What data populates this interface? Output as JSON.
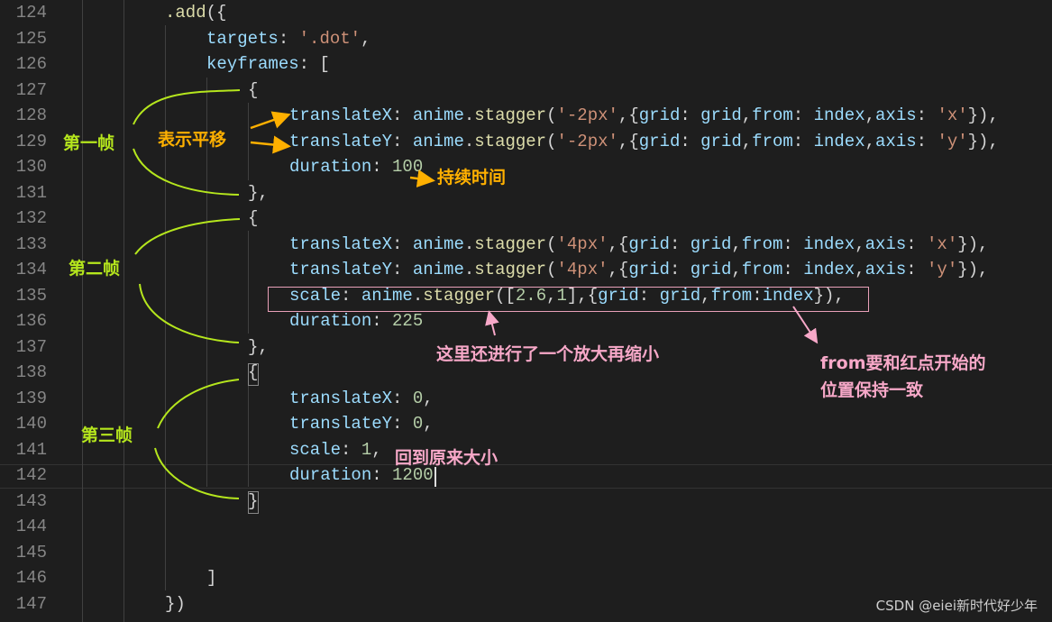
{
  "editor": {
    "lines": [
      {
        "n": "124",
        "indent": 4,
        "tokens": [
          [
            ".add",
            ""
          ],
          [
            "({",
            "p"
          ]
        ]
      },
      {
        "n": "125",
        "indent": 5,
        "tokens": [
          [
            "targets",
            "k"
          ],
          [
            ": ",
            "p"
          ],
          [
            "'.dot'",
            "s"
          ],
          [
            ",",
            "p"
          ]
        ]
      },
      {
        "n": "126",
        "indent": 5,
        "tokens": [
          [
            "keyframes",
            "k"
          ],
          [
            ": [",
            "p"
          ]
        ]
      },
      {
        "n": "127",
        "indent": 6,
        "tokens": [
          [
            "{",
            "p"
          ]
        ]
      },
      {
        "n": "128",
        "indent": 7,
        "tokens": [
          [
            "translateX",
            "k"
          ],
          [
            ": ",
            "p"
          ],
          [
            "anime",
            "v"
          ],
          [
            ".",
            "p"
          ],
          [
            "stagger",
            "f"
          ],
          [
            "(",
            "p"
          ],
          [
            "'-2px'",
            "s"
          ],
          [
            ",{",
            "p"
          ],
          [
            "grid",
            "k"
          ],
          [
            ": ",
            "p"
          ],
          [
            "grid",
            "v"
          ],
          [
            ",",
            "p"
          ],
          [
            "from",
            "k"
          ],
          [
            ": ",
            "p"
          ],
          [
            "index",
            "v"
          ],
          [
            ",",
            "p"
          ],
          [
            "axis",
            "k"
          ],
          [
            ": ",
            "p"
          ],
          [
            "'x'",
            "s"
          ],
          [
            "}),",
            "p"
          ]
        ]
      },
      {
        "n": "129",
        "indent": 7,
        "tokens": [
          [
            "translateY",
            "k"
          ],
          [
            ": ",
            "p"
          ],
          [
            "anime",
            "v"
          ],
          [
            ".",
            "p"
          ],
          [
            "stagger",
            "f"
          ],
          [
            "(",
            "p"
          ],
          [
            "'-2px'",
            "s"
          ],
          [
            ",{",
            "p"
          ],
          [
            "grid",
            "k"
          ],
          [
            ": ",
            "p"
          ],
          [
            "grid",
            "v"
          ],
          [
            ",",
            "p"
          ],
          [
            "from",
            "k"
          ],
          [
            ": ",
            "p"
          ],
          [
            "index",
            "v"
          ],
          [
            ",",
            "p"
          ],
          [
            "axis",
            "k"
          ],
          [
            ": ",
            "p"
          ],
          [
            "'y'",
            "s"
          ],
          [
            "}),",
            "p"
          ]
        ]
      },
      {
        "n": "130",
        "indent": 7,
        "tokens": [
          [
            "duration",
            "k"
          ],
          [
            ": ",
            "p"
          ],
          [
            "100",
            "n"
          ]
        ]
      },
      {
        "n": "131",
        "indent": 6,
        "tokens": [
          [
            "},",
            "p"
          ]
        ]
      },
      {
        "n": "132",
        "indent": 6,
        "tokens": [
          [
            "{",
            "p"
          ]
        ]
      },
      {
        "n": "133",
        "indent": 7,
        "tokens": [
          [
            "translateX",
            "k"
          ],
          [
            ": ",
            "p"
          ],
          [
            "anime",
            "v"
          ],
          [
            ".",
            "p"
          ],
          [
            "stagger",
            "f"
          ],
          [
            "(",
            "p"
          ],
          [
            "'4px'",
            "s"
          ],
          [
            ",{",
            "p"
          ],
          [
            "grid",
            "k"
          ],
          [
            ": ",
            "p"
          ],
          [
            "grid",
            "v"
          ],
          [
            ",",
            "p"
          ],
          [
            "from",
            "k"
          ],
          [
            ": ",
            "p"
          ],
          [
            "index",
            "v"
          ],
          [
            ",",
            "p"
          ],
          [
            "axis",
            "k"
          ],
          [
            ": ",
            "p"
          ],
          [
            "'x'",
            "s"
          ],
          [
            "}),",
            "p"
          ]
        ]
      },
      {
        "n": "134",
        "indent": 7,
        "tokens": [
          [
            "translateY",
            "k"
          ],
          [
            ": ",
            "p"
          ],
          [
            "anime",
            "v"
          ],
          [
            ".",
            "p"
          ],
          [
            "stagger",
            "f"
          ],
          [
            "(",
            "p"
          ],
          [
            "'4px'",
            "s"
          ],
          [
            ",{",
            "p"
          ],
          [
            "grid",
            "k"
          ],
          [
            ": ",
            "p"
          ],
          [
            "grid",
            "v"
          ],
          [
            ",",
            "p"
          ],
          [
            "from",
            "k"
          ],
          [
            ": ",
            "p"
          ],
          [
            "index",
            "v"
          ],
          [
            ",",
            "p"
          ],
          [
            "axis",
            "k"
          ],
          [
            ": ",
            "p"
          ],
          [
            "'y'",
            "s"
          ],
          [
            "}),",
            "p"
          ]
        ]
      },
      {
        "n": "135",
        "indent": 7,
        "tokens": [
          [
            "scale",
            "k"
          ],
          [
            ": ",
            "p"
          ],
          [
            "anime",
            "v"
          ],
          [
            ".",
            "p"
          ],
          [
            "stagger",
            "f"
          ],
          [
            "([",
            "p"
          ],
          [
            "2.6",
            "n"
          ],
          [
            ",",
            "p"
          ],
          [
            "1",
            "n"
          ],
          [
            "],{",
            "p"
          ],
          [
            "grid",
            "k"
          ],
          [
            ": ",
            "p"
          ],
          [
            "grid",
            "v"
          ],
          [
            ",",
            "p"
          ],
          [
            "from",
            "k"
          ],
          [
            ":",
            "p"
          ],
          [
            "index",
            "v"
          ],
          [
            "}),",
            "p"
          ]
        ]
      },
      {
        "n": "136",
        "indent": 7,
        "tokens": [
          [
            "duration",
            "k"
          ],
          [
            ": ",
            "p"
          ],
          [
            "225",
            "n"
          ]
        ]
      },
      {
        "n": "137",
        "indent": 6,
        "tokens": [
          [
            "},",
            "p"
          ]
        ]
      },
      {
        "n": "138",
        "indent": 6,
        "tokens": [
          [
            "{",
            "p"
          ]
        ]
      },
      {
        "n": "139",
        "indent": 7,
        "tokens": [
          [
            "translateX",
            "k"
          ],
          [
            ": ",
            "p"
          ],
          [
            "0",
            "n"
          ],
          [
            ",",
            "p"
          ]
        ]
      },
      {
        "n": "140",
        "indent": 7,
        "tokens": [
          [
            "translateY",
            "k"
          ],
          [
            ": ",
            "p"
          ],
          [
            "0",
            "n"
          ],
          [
            ",",
            "p"
          ]
        ]
      },
      {
        "n": "141",
        "indent": 7,
        "tokens": [
          [
            "scale",
            "k"
          ],
          [
            ": ",
            "p"
          ],
          [
            "1",
            "n"
          ],
          [
            ",",
            "p"
          ]
        ]
      },
      {
        "n": "142",
        "indent": 7,
        "tokens": [
          [
            "duration",
            "k"
          ],
          [
            ": ",
            "p"
          ],
          [
            "1200",
            "n"
          ]
        ]
      },
      {
        "n": "143",
        "indent": 6,
        "tokens": [
          [
            "}",
            "p"
          ]
        ]
      },
      {
        "n": "144",
        "indent": 0,
        "tokens": []
      },
      {
        "n": "145",
        "indent": 0,
        "tokens": []
      },
      {
        "n": "146",
        "indent": 5,
        "tokens": [
          [
            "]",
            "p"
          ]
        ]
      },
      {
        "n": "147",
        "indent": 4,
        "tokens": [
          [
            "})",
            "p"
          ]
        ]
      }
    ]
  },
  "annotations": {
    "frame1": "第一帧",
    "frame2": "第二帧",
    "frame3": "第三帧",
    "translate": "表示平移",
    "duration": "持续时间",
    "scale_note": "这里还进行了一个放大再缩小",
    "from_note_1": "from要和红点开始的",
    "from_note_2": "位置保持一致",
    "reset_note": "回到原来大小"
  },
  "colors": {
    "green": "#b5e61d",
    "orange": "#ffb000",
    "pink": "#f7a8c8"
  },
  "watermark": "CSDN @eiei新时代好少年"
}
